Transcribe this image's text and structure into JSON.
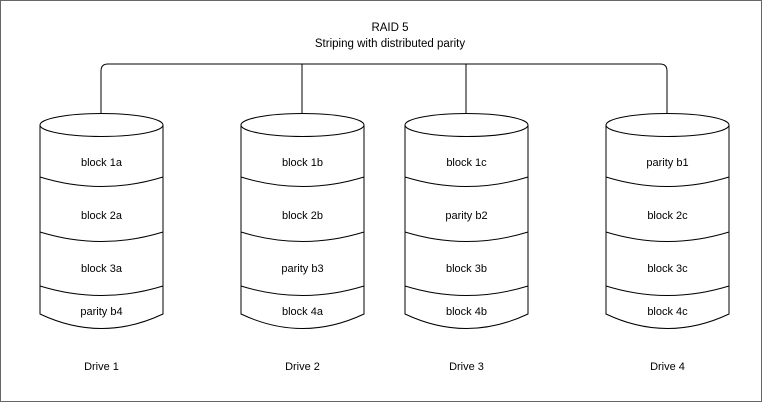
{
  "diagram": {
    "title": "RAID 5",
    "subtitle": "Striping with distributed parity",
    "background_color": "#ffffff",
    "line_color": "#000000",
    "frame_color": "#666666",
    "bus": {
      "name": "controller-bus",
      "orientation": "horizontal",
      "drop_count": 4
    },
    "drives": [
      {
        "label": "Drive 1",
        "blocks": [
          "block 1a",
          "block 2a",
          "block 3a",
          "parity b4"
        ]
      },
      {
        "label": "Drive 2",
        "blocks": [
          "block 1b",
          "block 2b",
          "parity b3",
          "block 4a"
        ]
      },
      {
        "label": "Drive 3",
        "blocks": [
          "block 1c",
          "parity b2",
          "block 3b",
          "block 4b"
        ]
      },
      {
        "label": "Drive 4",
        "blocks": [
          "parity b1",
          "block 2c",
          "block 3c",
          "block 4c"
        ]
      }
    ]
  }
}
